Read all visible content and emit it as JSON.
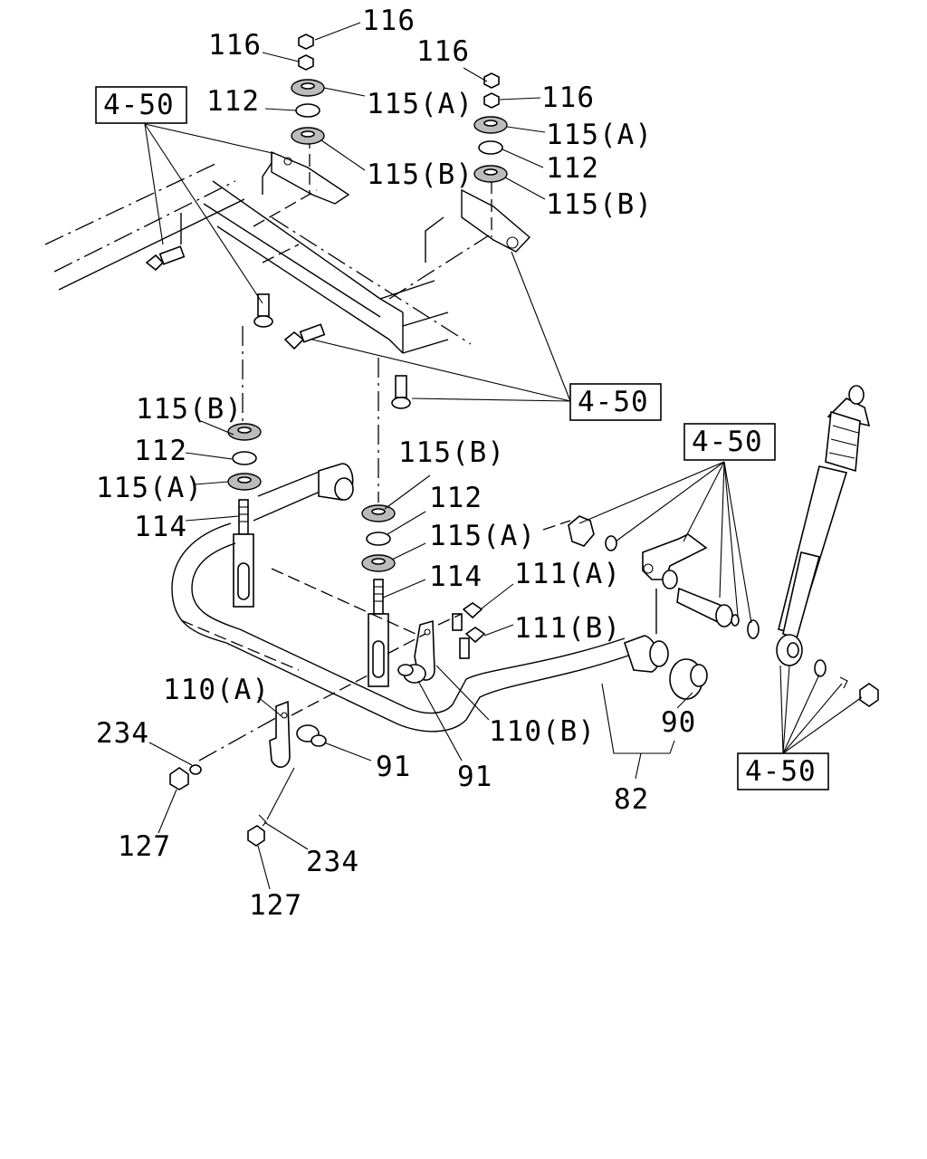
{
  "refs": {
    "r1": "4-50",
    "r2": "4-50",
    "r3": "4-50",
    "r4": "4-50"
  },
  "callouts": {
    "c116a": "116",
    "c116b": "116",
    "c116c": "116",
    "c116d": "116",
    "c112a": "112",
    "c115a1": "115(A)",
    "c115b1": "115(B)",
    "c115a2": "115(A)",
    "c112b": "112",
    "c115b2": "115(B)",
    "c115b3": "115(B)",
    "c112c": "112",
    "c115a3": "115(A)",
    "c114a": "114",
    "c115b4": "115(B)",
    "c112d": "112",
    "c115a4": "115(A)",
    "c114b": "114",
    "c111a": "111(A)",
    "c111b": "111(B)",
    "c110a": "110(A)",
    "c110b": "110(B)",
    "c234a": "234",
    "c234b": "234",
    "c91a": "91",
    "c91b": "91",
    "c90": "90",
    "c82": "82",
    "c127a": "127",
    "c127b": "127"
  }
}
